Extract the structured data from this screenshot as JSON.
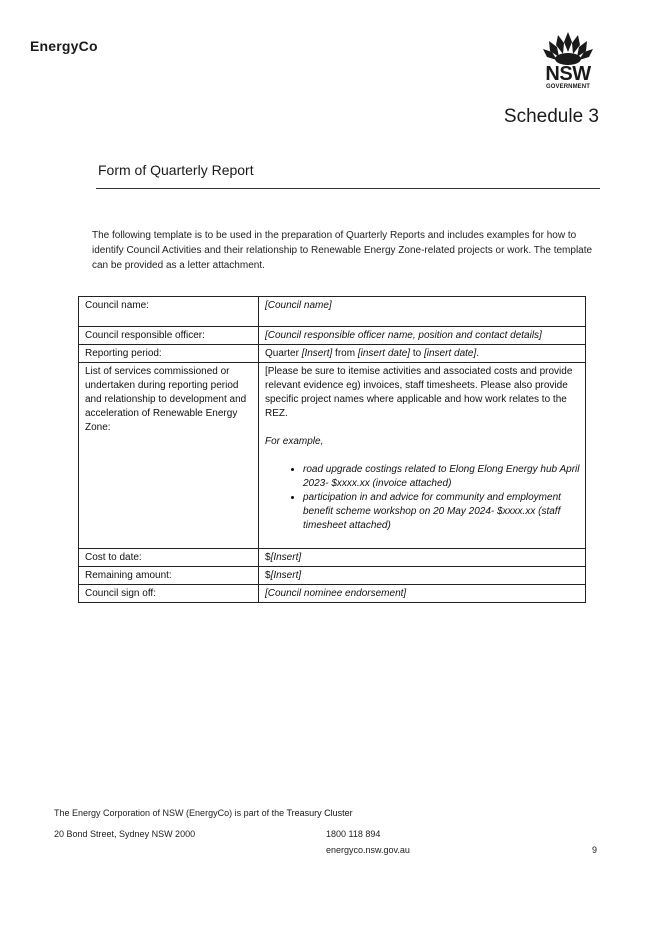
{
  "header": {
    "brand": "EnergyCo",
    "logo": {
      "name": "NSW",
      "sub": "GOVERNMENT",
      "icon": "waratah-icon"
    },
    "schedule": "Schedule 3"
  },
  "form_title": "Form of Quarterly Report",
  "intro": "The following template is to be used in the preparation of Quarterly Reports and includes examples for how to identify Council Activities and their relationship to Renewable Energy Zone-related projects or work. The template can be provided as a letter attachment.",
  "table": {
    "council_name": {
      "label": "Council name:",
      "value": "[Council name]"
    },
    "officer": {
      "label": "Council responsible officer:",
      "value": "[Council responsible officer name, position and contact details]"
    },
    "period": {
      "label": "Reporting period:",
      "q": "Quarter ",
      "q_ins": "[Insert]",
      "from": " from ",
      "from_ins": "[insert date]",
      "to": " to ",
      "to_ins": "[insert date]",
      "end": "."
    },
    "services": {
      "label": "List of services commissioned or undertaken during reporting period and relationship to development and acceleration of Renewable Energy Zone:",
      "value": "[Please be sure to itemise activities and associated costs and provide relevant evidence eg) invoices, staff timesheets. Please also provide specific project names where applicable and how work relates to the REZ.",
      "example_label": "For example,",
      "examples": [
        "road upgrade costings related to Elong Elong Energy hub April 2023- $xxxx.xx (invoice attached)",
        "participation in and advice for community and employment benefit scheme workshop on 20 May 2024- $xxxx.xx (staff timesheet attached)"
      ]
    },
    "cost": {
      "label": "Cost to date:",
      "prefix": "$",
      "value": "[Insert]"
    },
    "remaining": {
      "label": "Remaining amount:",
      "prefix": "$",
      "value": "[Insert]"
    },
    "signoff": {
      "label": "Council sign off:",
      "value": "[Council nominee endorsement]"
    }
  },
  "footer": {
    "cluster_text": "The Energy Corporation of NSW (EnergyCo) is part of the ",
    "cluster_name": "Treasury Cluster",
    "address": "20 Bond Street, Sydney NSW 2000",
    "phone": "1800 118 894",
    "website": "energyco.nsw.gov.au",
    "page": "9"
  }
}
